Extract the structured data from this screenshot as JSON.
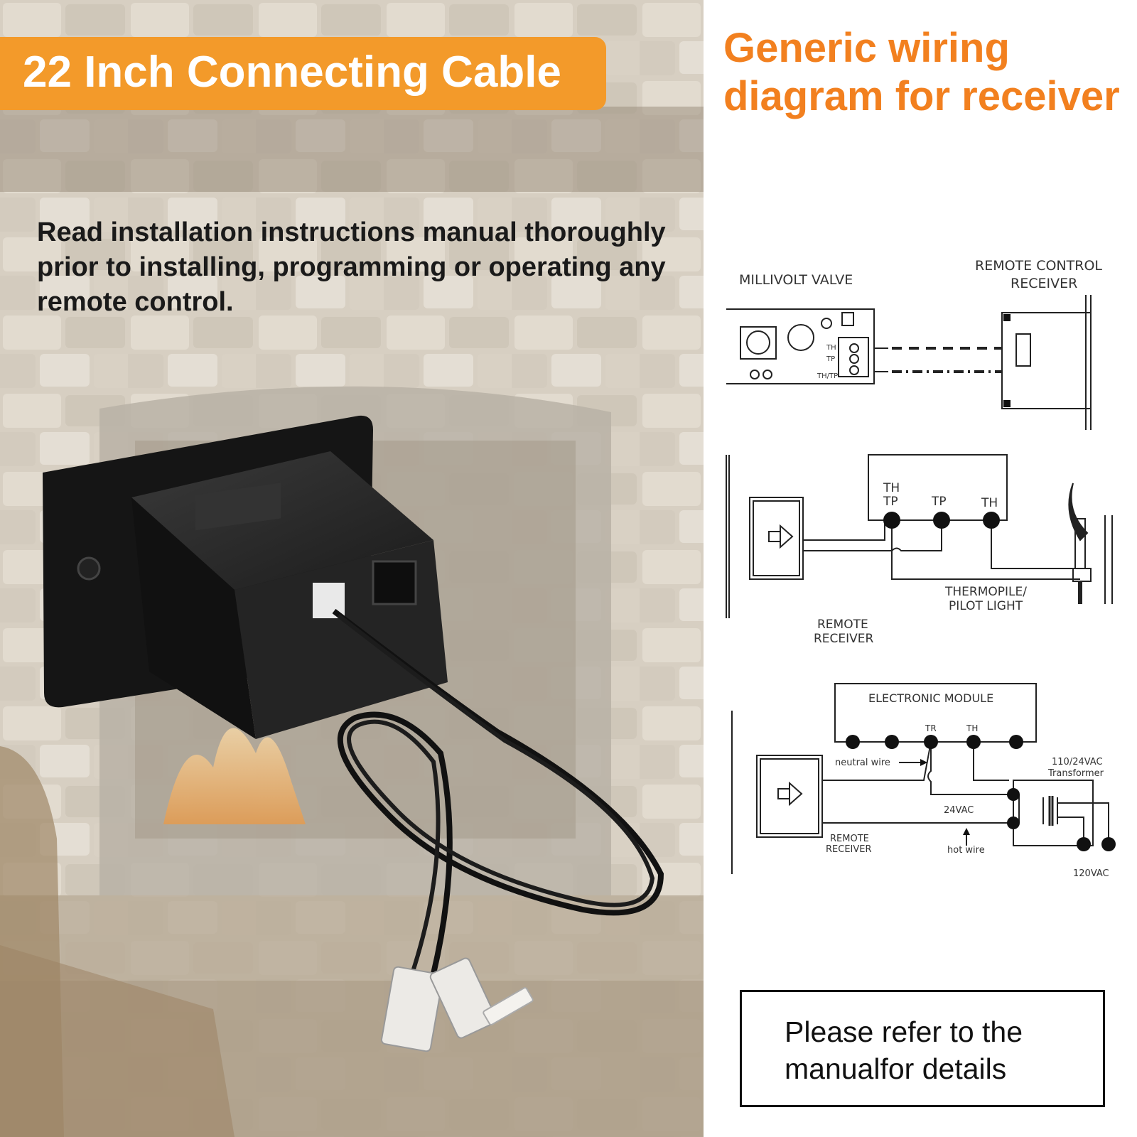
{
  "banner": {
    "text": "22 Inch Connecting Cable"
  },
  "instructions": {
    "text": "Read installation instructions manual thoroughly prior to installing, programming or operating any remote control."
  },
  "diagram": {
    "title": "Generic wiring diagram for receiver",
    "millivolt": {
      "valve_label": "MILLIVOLT  VALVE",
      "receiver_label_1": "REMOTE  CONTROL",
      "receiver_label_2": "RECEIVER",
      "th": "TH",
      "tp": "TP",
      "thtp": "TH/TP"
    },
    "thermopile": {
      "th_top": "TH",
      "tp_top": "TP",
      "tp": "TP",
      "th": "TH",
      "pilot_1": "THERMOPILE/",
      "pilot_2": "PILOT LIGHT",
      "receiver_1": "REMOTE",
      "receiver_2": "RECEIVER"
    },
    "electronic": {
      "module_label": "ELECTRONIC MODULE",
      "tr": "TR",
      "th": "TH",
      "neutral": "neutral wire",
      "transformer_1": "110/24VAC",
      "transformer_2": "Transformer",
      "vac24": "24VAC",
      "receiver_1": "REMOTE",
      "receiver_2": "RECEIVER",
      "hot": "hot wire",
      "vac120": "120VAC"
    }
  },
  "note": {
    "text": "Please refer to the manualfor details"
  }
}
